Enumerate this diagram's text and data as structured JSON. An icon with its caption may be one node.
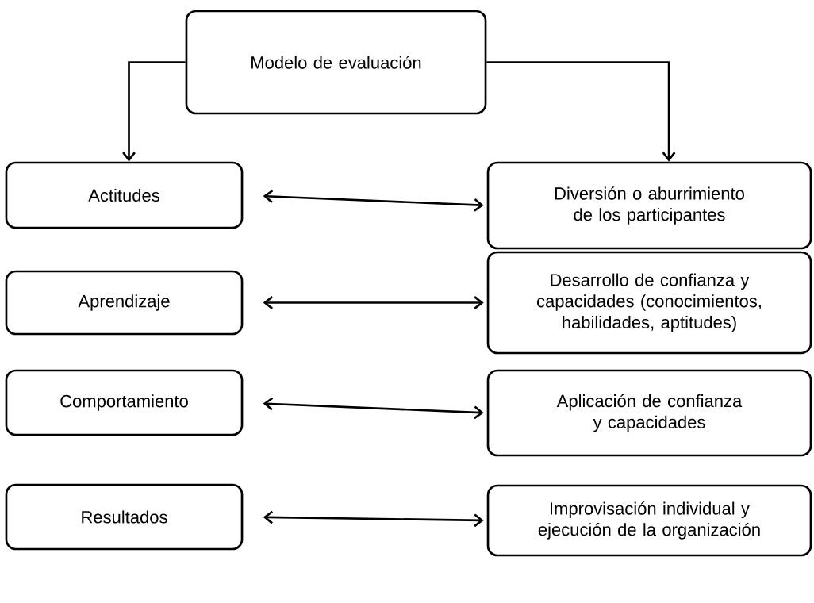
{
  "diagram": {
    "nodes": [
      {
        "text": [
          "Modelo de evaluación"
        ]
      },
      {
        "text": [
          "Actitudes"
        ]
      },
      {
        "text": [
          "Diversión o aburrimiento de los participantes"
        ]
      },
      {
        "text": [
          "Aprendizaje"
        ]
      },
      {
        "text": [
          "Desarrollo de confianza y capacidades (conocimientos, habilidades, aptitudes)"
        ]
      },
      {
        "text": [
          "Comportamiento"
        ]
      },
      {
        "text": [
          "Aplicación de confianza y capacidades"
        ]
      },
      {
        "text": [
          "Resultados"
        ]
      },
      {
        "text": [
          "Improvisación individual y ejecución de la organización"
        ]
      }
    ],
    "edges": [
      {
        "from": 0,
        "to": 1,
        "arrow": "to"
      },
      {
        "from": 0,
        "to": 2,
        "arrow": "to"
      },
      {
        "from": 1,
        "to": 2,
        "arrow": "both"
      },
      {
        "from": 3,
        "to": 4,
        "arrow": "both"
      },
      {
        "from": 5,
        "to": 6,
        "arrow": "both"
      },
      {
        "from": 7,
        "to": 8,
        "arrow": "both"
      }
    ]
  }
}
